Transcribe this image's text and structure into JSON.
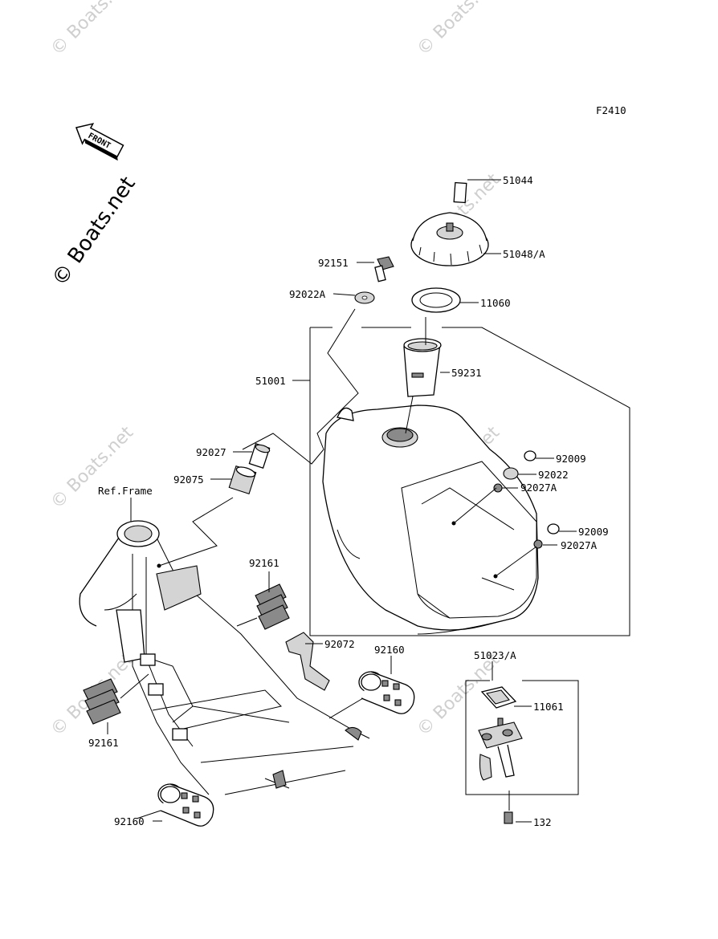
{
  "figure_code": "F2410",
  "front_arrow_label": "FRONT",
  "copyright": "© Boats.net",
  "watermark": "© Boats.net",
  "parts": {
    "p51044": "51044",
    "p51048a": "51048/A",
    "p92151": "92151",
    "p11060": "11060",
    "p92022a": "92022A",
    "p59231": "59231",
    "p51001": "51001",
    "p92027": "92027",
    "p92075": "92075",
    "p92009_top": "92009",
    "p92022": "92022",
    "p92027a_top": "92027A",
    "p92009_bottom": "92009",
    "p92027a_bottom": "92027A",
    "ref_frame": "Ref.Frame",
    "p92161_top": "92161",
    "p92072": "92072",
    "p92160_right": "92160",
    "p51023a": "51023/A",
    "p11061": "11061",
    "p92161_left": "92161",
    "p92160_bottom": "92160",
    "p132": "132"
  }
}
